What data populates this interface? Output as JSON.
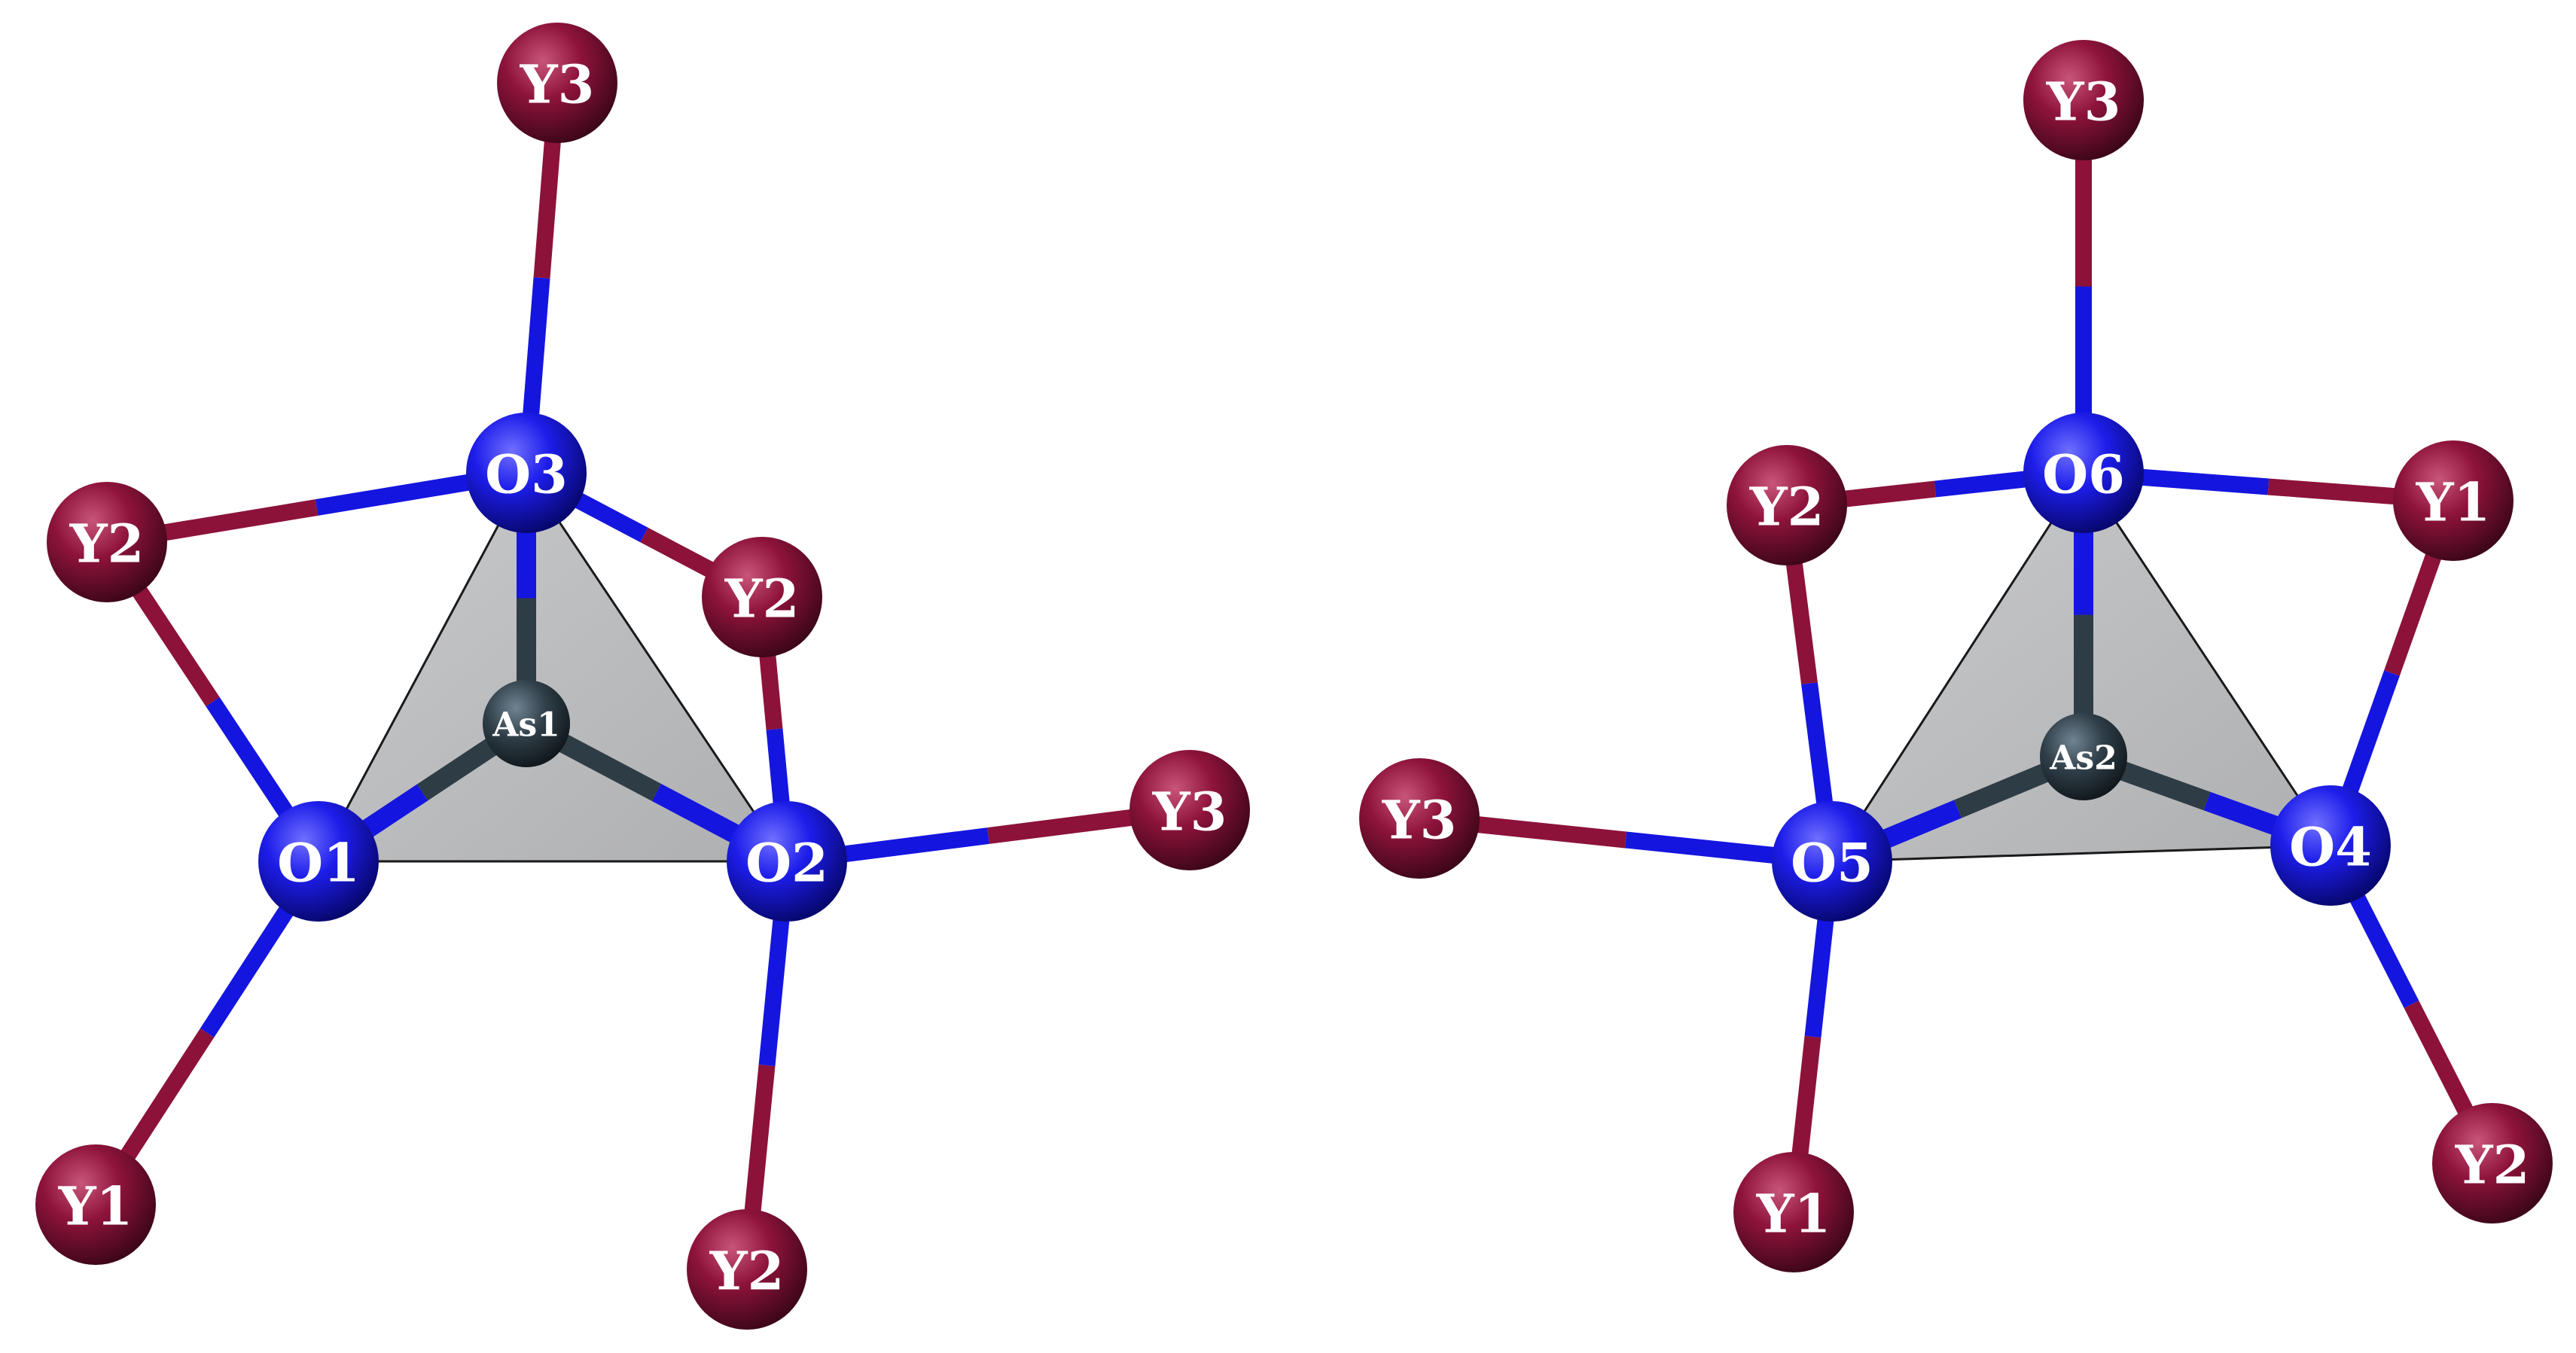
{
  "colors": {
    "oxygen": "#1515e0",
    "yttrium": "#8c1239",
    "arsenic": "#2e3c45",
    "polyhedron": "#bcbdbf"
  },
  "structures": [
    {
      "name": "As1 unit",
      "atoms": [
        {
          "id": "As1",
          "label": "As1",
          "element": "arsenic"
        },
        {
          "id": "O1",
          "label": "O1",
          "element": "oxygen"
        },
        {
          "id": "O2",
          "label": "O2",
          "element": "oxygen"
        },
        {
          "id": "O3",
          "label": "O3",
          "element": "oxygen"
        },
        {
          "id": "Y3a",
          "label": "Y3",
          "element": "yttrium"
        },
        {
          "id": "Y2a",
          "label": "Y2",
          "element": "yttrium"
        },
        {
          "id": "Y2b",
          "label": "Y2",
          "element": "yttrium"
        },
        {
          "id": "Y3b",
          "label": "Y3",
          "element": "yttrium"
        },
        {
          "id": "Y1a",
          "label": "Y1",
          "element": "yttrium"
        },
        {
          "id": "Y2c",
          "label": "Y2",
          "element": "yttrium"
        }
      ]
    },
    {
      "name": "As2 unit",
      "atoms": [
        {
          "id": "As2",
          "label": "As2",
          "element": "arsenic"
        },
        {
          "id": "O4",
          "label": "O4",
          "element": "oxygen"
        },
        {
          "id": "O5",
          "label": "O5",
          "element": "oxygen"
        },
        {
          "id": "O6",
          "label": "O6",
          "element": "oxygen"
        },
        {
          "id": "Y3c",
          "label": "Y3",
          "element": "yttrium"
        },
        {
          "id": "Y2d",
          "label": "Y2",
          "element": "yttrium"
        },
        {
          "id": "Y1b",
          "label": "Y1",
          "element": "yttrium"
        },
        {
          "id": "Y3d",
          "label": "Y3",
          "element": "yttrium"
        },
        {
          "id": "Y1c",
          "label": "Y1",
          "element": "yttrium"
        },
        {
          "id": "Y2e",
          "label": "Y2",
          "element": "yttrium"
        }
      ]
    }
  ]
}
